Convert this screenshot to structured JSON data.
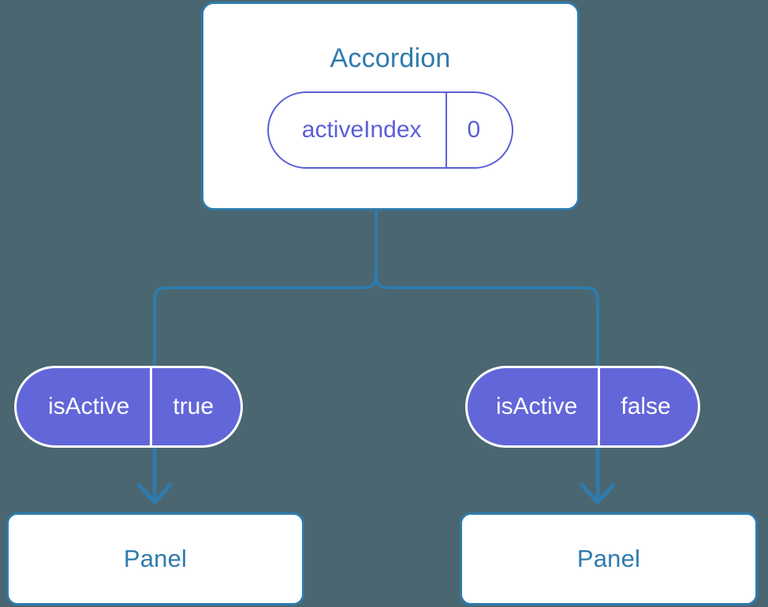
{
  "diagram": {
    "type": "component-tree",
    "background_color": "#4a6670",
    "colors": {
      "card_background": "#ffffff",
      "card_border": "#2f7bad",
      "title_text": "#2f7bad",
      "connector_line": "#2f7bad",
      "pill_outline_stroke": "#5b5fd6",
      "pill_outline_text": "#5b5fd6",
      "pill_filled_background": "#6366d8",
      "pill_filled_border": "#ffffff",
      "pill_filled_text": "#ffffff"
    },
    "root": {
      "title": "Accordion",
      "state_pill": {
        "key": "activeIndex",
        "value": "0"
      }
    },
    "branches": [
      {
        "side": "left",
        "prop_pill": {
          "key": "isActive",
          "value": "true"
        },
        "child": {
          "title": "Panel"
        }
      },
      {
        "side": "right",
        "prop_pill": {
          "key": "isActive",
          "value": "false"
        },
        "child": {
          "title": "Panel"
        }
      }
    ]
  }
}
